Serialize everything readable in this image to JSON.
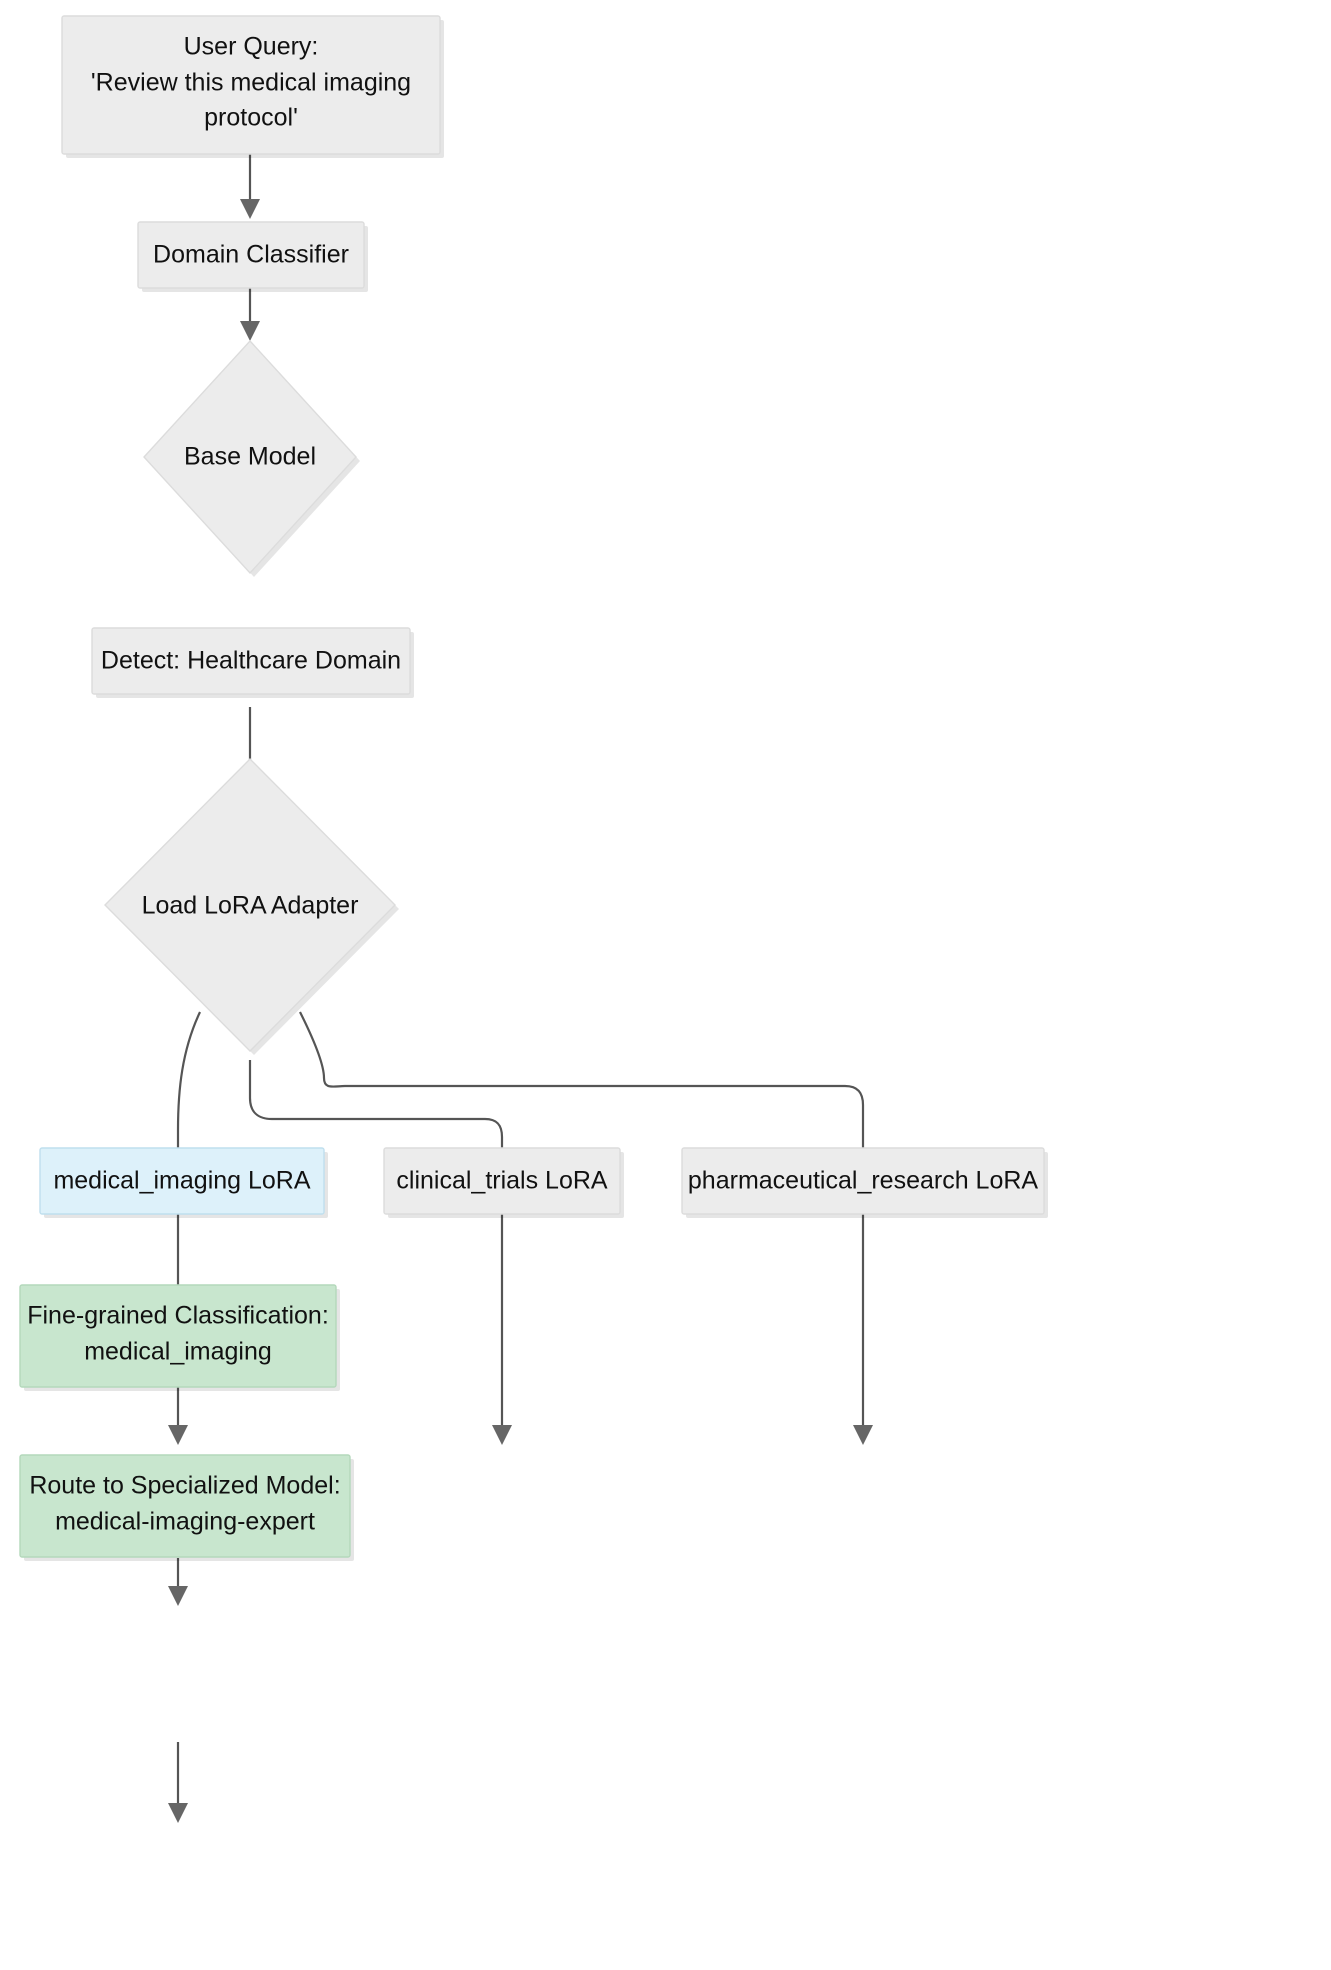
{
  "chart_data": {
    "type": "diagram",
    "diagram_kind": "flowchart",
    "direction": "top-down",
    "title": "LoRA Adapter Domain Routing Flow",
    "nodes": [
      {
        "id": "user_query",
        "shape": "rect",
        "style": "default",
        "lines": [
          "User Query:",
          "'Review this medical imaging",
          "protocol'"
        ]
      },
      {
        "id": "domain_clf",
        "shape": "rect",
        "style": "default",
        "lines": [
          "Domain Classifier"
        ]
      },
      {
        "id": "base_model",
        "shape": "diamond",
        "style": "default",
        "lines": [
          "Base Model"
        ]
      },
      {
        "id": "detect",
        "shape": "rect",
        "style": "default",
        "lines": [
          "Detect: Healthcare Domain"
        ]
      },
      {
        "id": "load_lora",
        "shape": "diamond",
        "style": "default",
        "lines": [
          "Load LoRA Adapter"
        ]
      },
      {
        "id": "med_img_lora",
        "shape": "rect",
        "style": "blue",
        "lines": [
          "medical_imaging LoRA"
        ]
      },
      {
        "id": "clin_lora",
        "shape": "rect",
        "style": "default",
        "lines": [
          "clinical_trials LoRA"
        ]
      },
      {
        "id": "pharm_lora",
        "shape": "rect",
        "style": "default",
        "lines": [
          "pharmaceutical_research LoRA"
        ]
      },
      {
        "id": "fine_grained",
        "shape": "rect",
        "style": "green",
        "lines": [
          "Fine-grained Classification:",
          "medical_imaging"
        ]
      },
      {
        "id": "route",
        "shape": "rect",
        "style": "green",
        "lines": [
          "Route to Specialized Model:",
          "medical-imaging-expert"
        ]
      }
    ],
    "edges": [
      {
        "from": "user_query",
        "to": "domain_clf",
        "label": ""
      },
      {
        "from": "domain_clf",
        "to": "base_model",
        "label": ""
      },
      {
        "from": "base_model",
        "to": "detect",
        "label": ""
      },
      {
        "from": "detect",
        "to": "load_lora",
        "label": ""
      },
      {
        "from": "load_lora",
        "to": "med_img_lora",
        "label": ""
      },
      {
        "from": "load_lora",
        "to": "clin_lora",
        "label": ""
      },
      {
        "from": "load_lora",
        "to": "pharm_lora",
        "label": ""
      },
      {
        "from": "med_img_lora",
        "to": "fine_grained",
        "label": ""
      },
      {
        "from": "fine_grained",
        "to": "route",
        "label": ""
      }
    ],
    "colors": {
      "default_fill": "#ececec",
      "default_stroke": "#dcdcdc",
      "blue_fill": "#ddf1fa",
      "blue_stroke": "#bfdfee",
      "green_fill": "#c8e6ce",
      "green_stroke": "#b4d8bb",
      "edge": "#555555",
      "arrow": "#666666",
      "text": "#111111",
      "background": "#ffffff"
    }
  },
  "nodes": {
    "user_query": {
      "line1": "User Query:",
      "line2": "'Review this medical imaging",
      "line3": "protocol'"
    },
    "domain_classifier": {
      "line1": "Domain Classifier"
    },
    "base_model": {
      "line1": "Base Model"
    },
    "detect": {
      "line1": "Detect: Healthcare Domain"
    },
    "load_lora": {
      "line1": "Load LoRA Adapter"
    },
    "medical_imaging_lora": {
      "line1": "medical_imaging LoRA"
    },
    "clinical_trials_lora": {
      "line1": "clinical_trials LoRA"
    },
    "pharmaceutical_research_lora": {
      "line1": "pharmaceutical_research LoRA"
    },
    "fine_grained": {
      "line1": "Fine-grained Classification:",
      "line2": "medical_imaging"
    },
    "route": {
      "line1": "Route to Specialized Model:",
      "line2": "medical-imaging-expert"
    }
  }
}
